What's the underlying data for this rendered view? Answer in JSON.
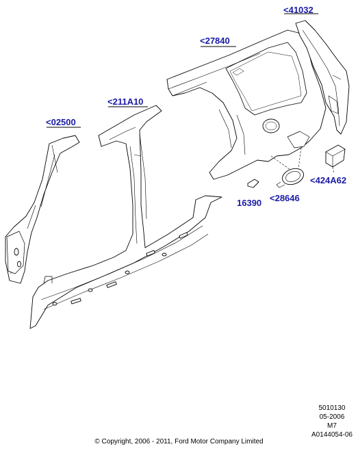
{
  "callouts": {
    "rear_pillar": "<41032",
    "quarter_panel": "<27840",
    "center_pillar": "<211A10",
    "front_pillar": "<02500",
    "bracket": "<424A62",
    "fuel_door": "<28646",
    "clip": "16390"
  },
  "meta": {
    "code1": "5010130",
    "date": "05-2006",
    "model": "M7",
    "ref": "A0144054-06"
  },
  "copyright": "© Copyright, 2006 - 2011, Ford Motor Company Limited",
  "colors": {
    "callout": "#1a1aa6",
    "line": "#000000",
    "background": "#ffffff"
  }
}
